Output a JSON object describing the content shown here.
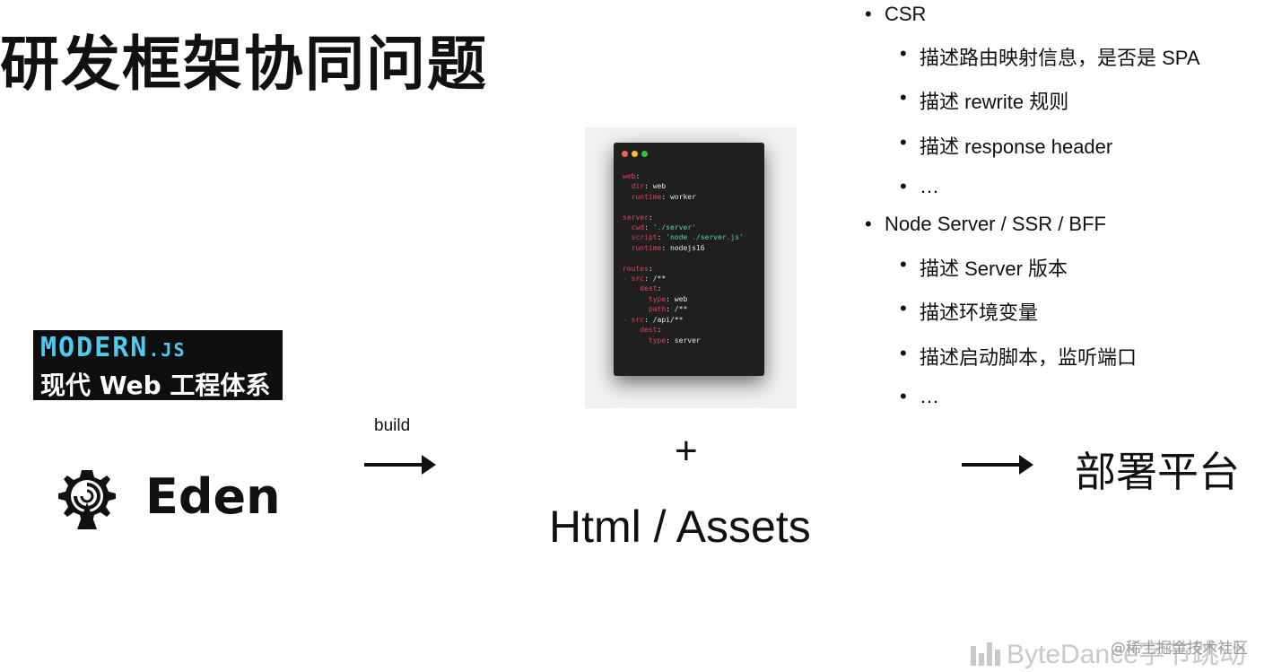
{
  "slide": {
    "title": "研发框架协同问题",
    "modernjs": {
      "logo_text": "MODERN",
      "logo_suffix": ".JS",
      "subtitle": "现代 Web 工程体系"
    },
    "eden": {
      "icon": "eden-gear-icon",
      "name": "Eden"
    },
    "build_label": "build",
    "plus": "+",
    "output_label": "Html / Assets",
    "deploy_label": "部署平台",
    "config_code": [
      [
        [
          "k",
          "web"
        ],
        [
          "v",
          ":"
        ]
      ],
      [
        [
          "k",
          "  dir"
        ],
        [
          "v",
          ": web"
        ]
      ],
      [
        [
          "k",
          "  runtime"
        ],
        [
          "v",
          ": worker"
        ]
      ],
      [],
      [
        [
          "k",
          "server"
        ],
        [
          "v",
          ":"
        ]
      ],
      [
        [
          "k",
          "  cwd"
        ],
        [
          "v",
          ": "
        ],
        [
          "s",
          "'./server'"
        ]
      ],
      [
        [
          "k",
          "  script"
        ],
        [
          "v",
          ": "
        ],
        [
          "s",
          "'node ./server.js'"
        ]
      ],
      [
        [
          "k",
          "  runtime"
        ],
        [
          "v",
          ": nodejs16"
        ]
      ],
      [],
      [
        [
          "k",
          "routes"
        ],
        [
          "v",
          ":"
        ]
      ],
      [
        [
          "k",
          "- src"
        ],
        [
          "v",
          ": /**"
        ]
      ],
      [
        [
          "k",
          "    dest"
        ],
        [
          "v",
          ":"
        ]
      ],
      [
        [
          "k",
          "      type"
        ],
        [
          "v",
          ": web"
        ]
      ],
      [
        [
          "k",
          "      path"
        ],
        [
          "v",
          ": /**"
        ]
      ],
      [
        [
          "k",
          "- src"
        ],
        [
          "v",
          ": /api/**"
        ]
      ],
      [
        [
          "k",
          "    dest"
        ],
        [
          "v",
          ":"
        ]
      ],
      [
        [
          "k",
          "      type"
        ],
        [
          "v",
          ": server"
        ]
      ]
    ],
    "bullets": [
      {
        "text": "CSR",
        "children": [
          "描述路由映射信息，是否是 SPA",
          "描述 rewrite 规则",
          "描述 response header",
          "…"
        ]
      },
      {
        "text": "Node Server / SSR / BFF",
        "children": [
          "描述 Server 版本",
          "描述环境变量",
          "描述启动脚本，监听端口",
          "…"
        ]
      }
    ],
    "bullet_char": "•",
    "watermark": {
      "brand": "ByteDance字节跳动",
      "community": "@稀土掘金技术社区"
    }
  }
}
